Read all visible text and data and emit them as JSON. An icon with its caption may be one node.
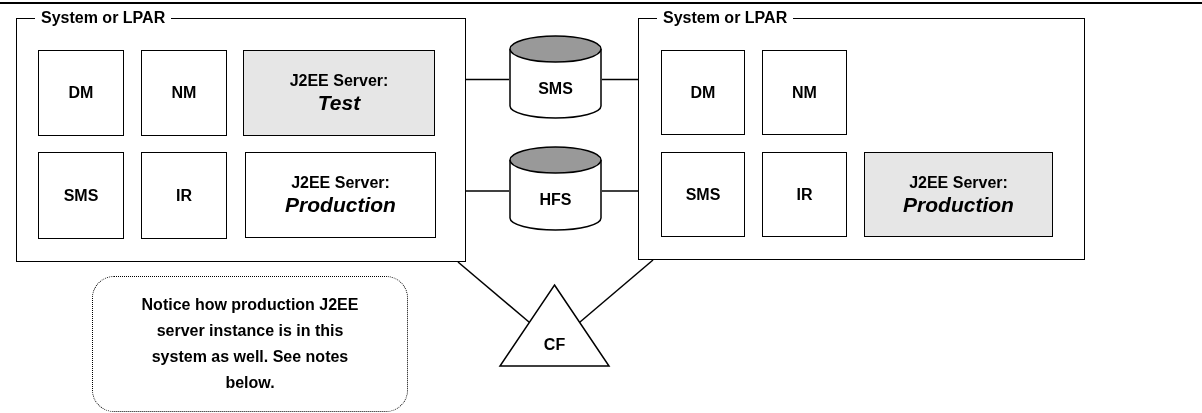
{
  "diagram": {
    "nodes": [
      {
        "text": [
          "System or LPAR"
        ]
      },
      {
        "text": [
          "DM"
        ],
        "in": 0
      },
      {
        "text": [
          "NM"
        ],
        "in": 0
      },
      {
        "text": [
          "J2EE Server:",
          "Test"
        ],
        "in": 0
      },
      {
        "text": [
          "SMS"
        ],
        "in": 0
      },
      {
        "text": [
          "IR"
        ],
        "in": 0
      },
      {
        "text": [
          "J2EE Server:",
          "Production"
        ],
        "in": 0
      },
      {
        "text": [
          "SMS"
        ]
      },
      {
        "text": [
          "HFS"
        ]
      },
      {
        "text": [
          "System or LPAR"
        ]
      },
      {
        "text": [
          "DM"
        ],
        "in": 9
      },
      {
        "text": [
          "NM"
        ],
        "in": 9
      },
      {
        "text": [
          "SMS"
        ],
        "in": 9
      },
      {
        "text": [
          "IR"
        ],
        "in": 9
      },
      {
        "text": [
          "J2EE Server:",
          "Production"
        ],
        "in": 9
      },
      {
        "text": [
          "Notice how production J2EE server instance is in this system as well. See notes below."
        ]
      },
      {
        "text": [
          "CF"
        ]
      }
    ],
    "edges": [
      {
        "from": 0,
        "to": 7,
        "arrow": "none"
      },
      {
        "from": 7,
        "to": 9,
        "arrow": "none"
      },
      {
        "from": 0,
        "to": 8,
        "arrow": "none"
      },
      {
        "from": 8,
        "to": 9,
        "arrow": "none"
      },
      {
        "from": 0,
        "to": 16,
        "arrow": "none"
      },
      {
        "from": 9,
        "to": 16,
        "arrow": "none"
      }
    ]
  }
}
